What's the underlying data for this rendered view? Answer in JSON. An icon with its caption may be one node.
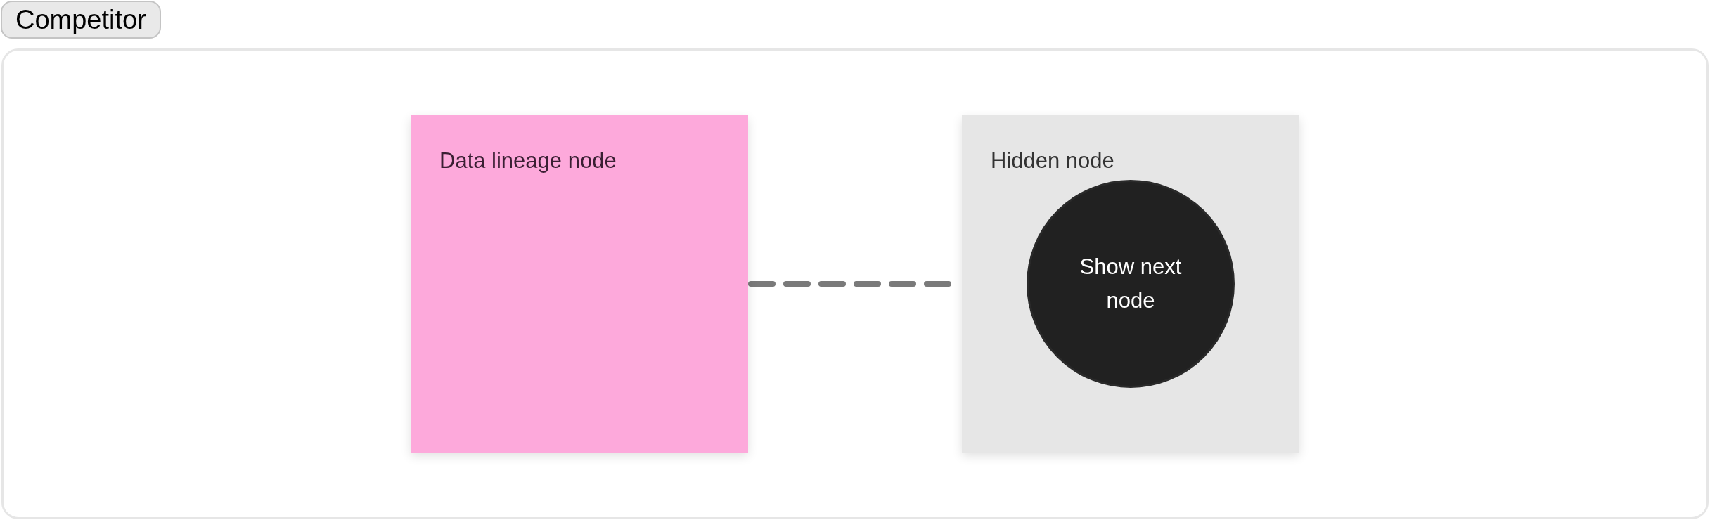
{
  "diagram": {
    "title": "Competitor",
    "nodes": [
      {
        "text": [
          "Data lineage node"
        ]
      },
      {
        "text": [
          "Hidden node"
        ]
      },
      {
        "text": [
          "Show next node"
        ],
        "in": 1
      }
    ],
    "edges": [
      {
        "from": 0,
        "to": 1,
        "arrow": "none",
        "style": "dashed"
      }
    ]
  }
}
